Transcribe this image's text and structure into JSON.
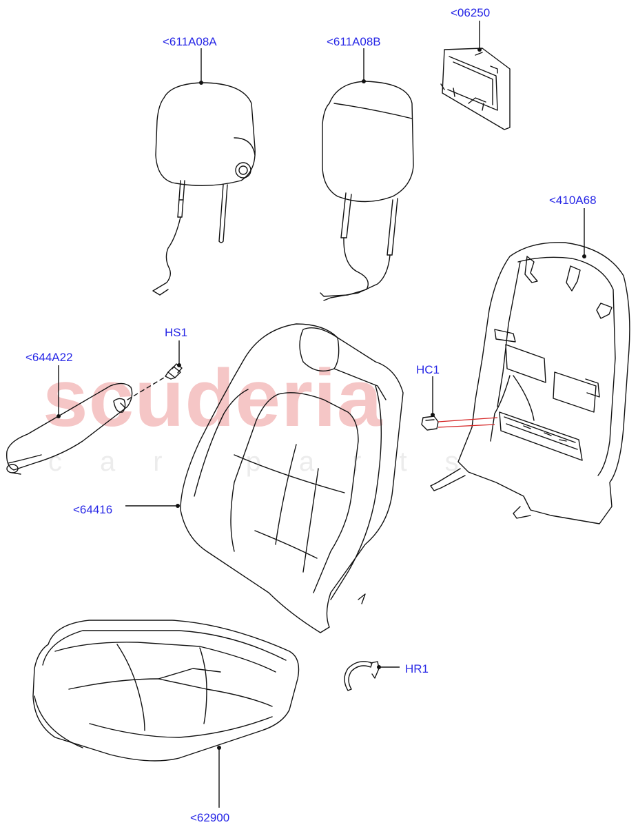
{
  "watermark": {
    "brand": "scuderia",
    "tagline": "car parts"
  },
  "callouts": [
    {
      "id": "611A08A",
      "text": "<611A08A"
    },
    {
      "id": "611A08B",
      "text": "<611A08B"
    },
    {
      "id": "06250",
      "text": "<06250"
    },
    {
      "id": "410A68",
      "text": "<410A68"
    },
    {
      "id": "HS1",
      "text": "HS1"
    },
    {
      "id": "644A22",
      "text": "<644A22"
    },
    {
      "id": "HC1",
      "text": "HC1"
    },
    {
      "id": "64416",
      "text": "<64416"
    },
    {
      "id": "HR1",
      "text": "HR1"
    },
    {
      "id": "62900",
      "text": "<62900"
    }
  ],
  "colors": {
    "label": "#2727e6",
    "line": "#111111",
    "watermark": "#f5c6c6",
    "leader_red": "#d42020"
  }
}
